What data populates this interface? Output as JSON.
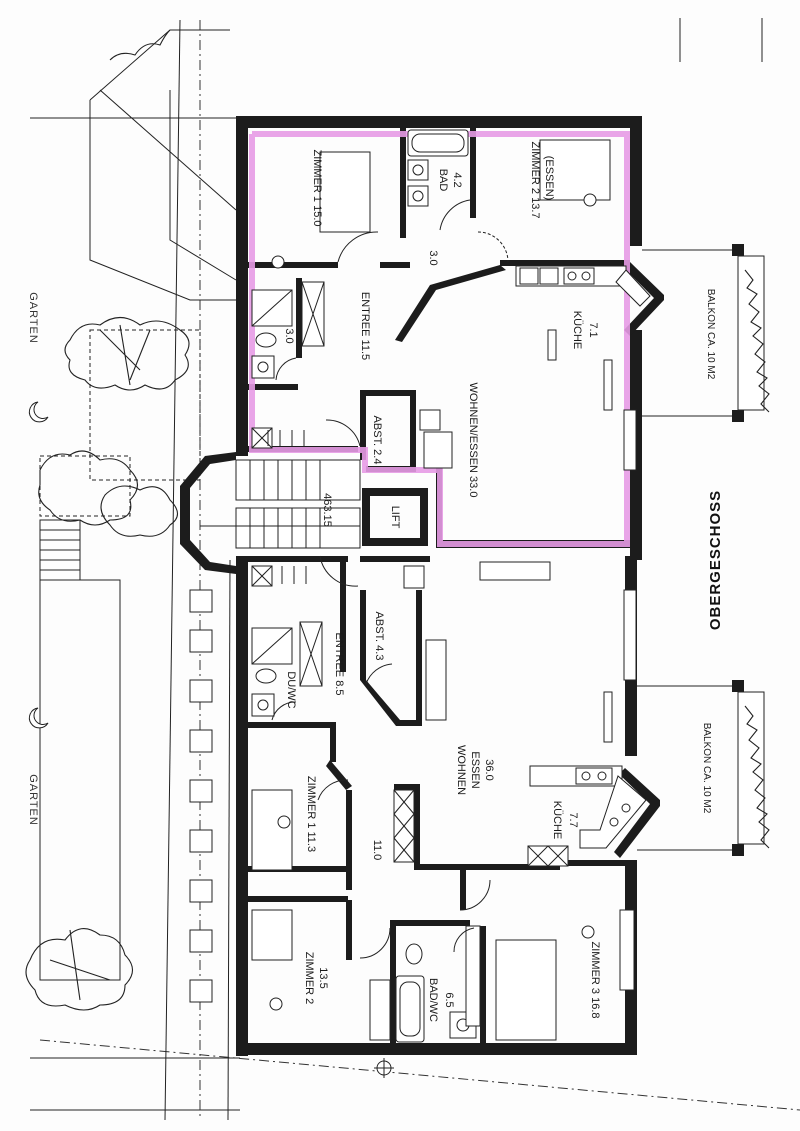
{
  "plan": {
    "floor_title": "OBERGESCHOSS",
    "garden_top": "GARTEN",
    "garden_bottom": "GARTEN",
    "elevation": "463.15",
    "lift": "LIFT",
    "upper_unit": {
      "zimmer1": "ZIMMER 1  15.0",
      "bad": "BAD",
      "bad_area": "4.2",
      "zimmer2": "ZIMMER 2  13.7",
      "zimmer2_sub": "(ESSEN)",
      "corridor": "3.0",
      "entree": "ENTREE  11.5",
      "wc_area": "3.0",
      "kueche": "KÜCHE",
      "kueche_area": "7.1",
      "wohnen": "WOHNEN/ESSEN  33.0",
      "abst": "ABST. 2.4",
      "balkon": "BALKON CA. 10 M2"
    },
    "lower_unit": {
      "abst": "ABST.  4.3",
      "entree": "ENTREE  8.5",
      "duwc": "DU/WC",
      "wohnen": "WOHNEN",
      "essen": "ESSEN",
      "wohnen_area": "36.0",
      "zimmer1": "ZIMMER 1  11.3",
      "corridor": "11.0",
      "kueche": "KÜCHE",
      "kueche_area": "7.7",
      "balkon": "BALKON CA. 10 M2",
      "zimmer2": "ZIMMER 2",
      "zimmer2_area": "13.5",
      "badwc": "BAD/WC",
      "badwc_area": "6.5",
      "zimmer3": "ZIMMER 3  16.8"
    },
    "colors": {
      "highlight": "#e79be6",
      "wall": "#1c1c1c"
    }
  }
}
